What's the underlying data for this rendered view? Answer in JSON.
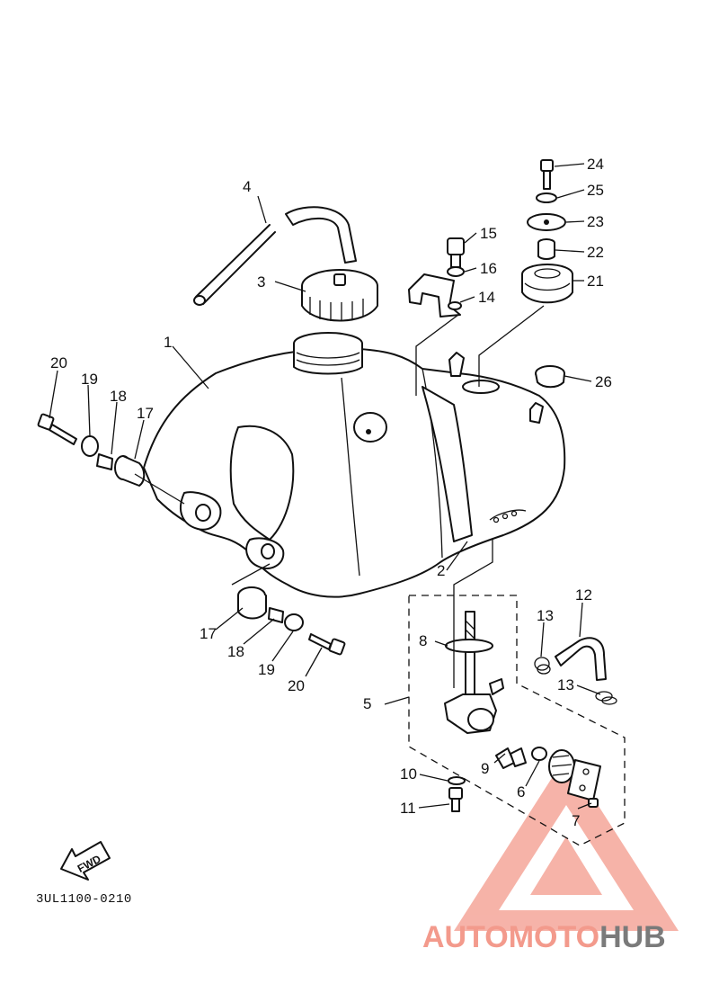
{
  "diagram": {
    "document_code": "3UL1100-0210",
    "fwd_label": "FWD",
    "callouts": [
      {
        "id": "1",
        "text": "1"
      },
      {
        "id": "2",
        "text": "2"
      },
      {
        "id": "3",
        "text": "3"
      },
      {
        "id": "4",
        "text": "4"
      },
      {
        "id": "5",
        "text": "5"
      },
      {
        "id": "6",
        "text": "6"
      },
      {
        "id": "7",
        "text": "7"
      },
      {
        "id": "8",
        "text": "8"
      },
      {
        "id": "9",
        "text": "9"
      },
      {
        "id": "10",
        "text": "10"
      },
      {
        "id": "11",
        "text": "11"
      },
      {
        "id": "12",
        "text": "12"
      },
      {
        "id": "13a",
        "text": "13"
      },
      {
        "id": "13b",
        "text": "13"
      },
      {
        "id": "14",
        "text": "14"
      },
      {
        "id": "15",
        "text": "15"
      },
      {
        "id": "16",
        "text": "16"
      },
      {
        "id": "17a",
        "text": "17"
      },
      {
        "id": "17b",
        "text": "17"
      },
      {
        "id": "18a",
        "text": "18"
      },
      {
        "id": "18b",
        "text": "18"
      },
      {
        "id": "19a",
        "text": "19"
      },
      {
        "id": "19b",
        "text": "19"
      },
      {
        "id": "20a",
        "text": "20"
      },
      {
        "id": "20b",
        "text": "20"
      },
      {
        "id": "21",
        "text": "21"
      },
      {
        "id": "22",
        "text": "22"
      },
      {
        "id": "23",
        "text": "23"
      },
      {
        "id": "24",
        "text": "24"
      },
      {
        "id": "25",
        "text": "25"
      },
      {
        "id": "26",
        "text": "26"
      }
    ]
  },
  "watermark": {
    "word1": "AUTOMOTO",
    "word2": "HUB",
    "color_primary": "#f39a8c",
    "color_secondary": "#7a7a7a"
  }
}
